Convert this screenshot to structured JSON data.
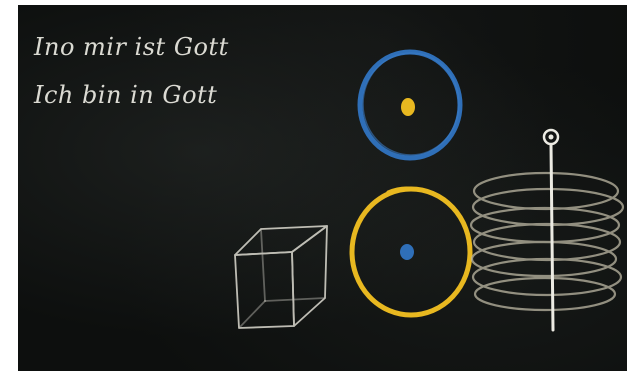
{
  "image": {
    "kind": "photograph",
    "subject": "chalkboard drawing"
  },
  "handwriting": {
    "line1": "Ino mir ist Gott",
    "line2": "Ich bin in Gott"
  },
  "colors": {
    "board": "#0d0f0e",
    "chalk_white": "#e8e6dc",
    "chalk_blue": "#2f6fb8",
    "chalk_yellow": "#e8b820",
    "frame": "#ffffff"
  },
  "drawings": [
    {
      "name": "blue-circle-with-yellow-dot",
      "outline_color": "blue",
      "dot_color": "yellow"
    },
    {
      "name": "yellow-circle-with-blue-dot",
      "outline_color": "yellow",
      "dot_color": "blue"
    },
    {
      "name": "cube",
      "color": "white"
    },
    {
      "name": "spiral-coil-with-vertical-axis",
      "color": "white"
    }
  ]
}
